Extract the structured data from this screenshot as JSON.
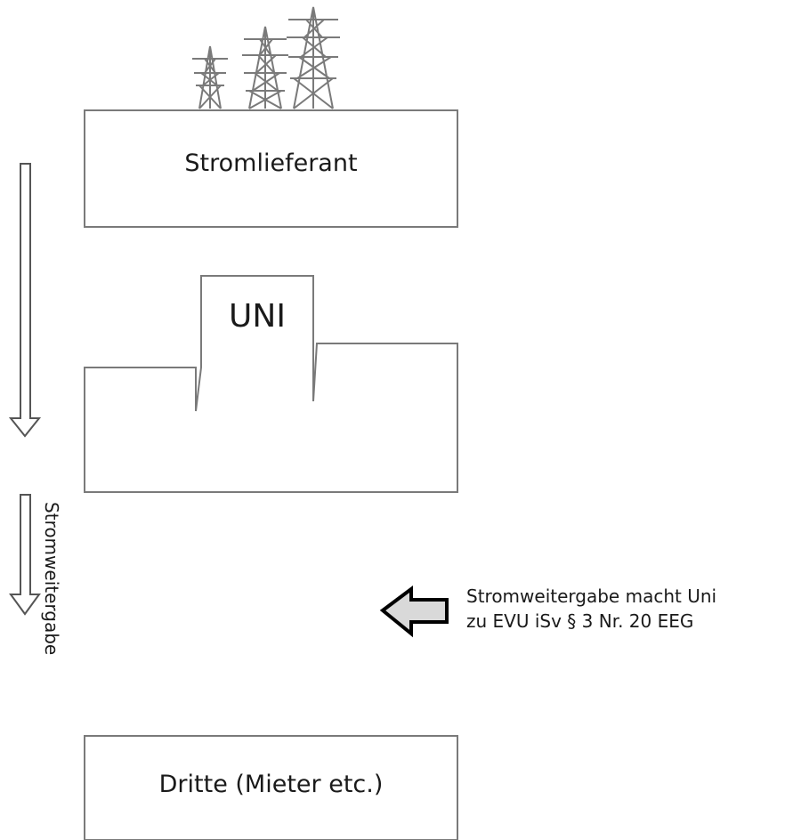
{
  "diagram": {
    "supplier_label": "Stromlieferant",
    "uni_label": "UNI",
    "transfer_label": "Stromweitergabe",
    "note_line1": "Stromweitergabe macht Uni",
    "note_line2": "zu EVU iSv § 3 Nr. 20 EEG",
    "third_party_label": "Dritte (Mieter etc.)",
    "colors": {
      "stroke": "#7a7a7a",
      "text": "#1a1a1a",
      "arrow_fill": "#d9d9d9",
      "arrow_stroke": "#000000"
    },
    "icons": [
      "power-tower-icon",
      "power-tower-icon",
      "power-tower-icon"
    ]
  }
}
